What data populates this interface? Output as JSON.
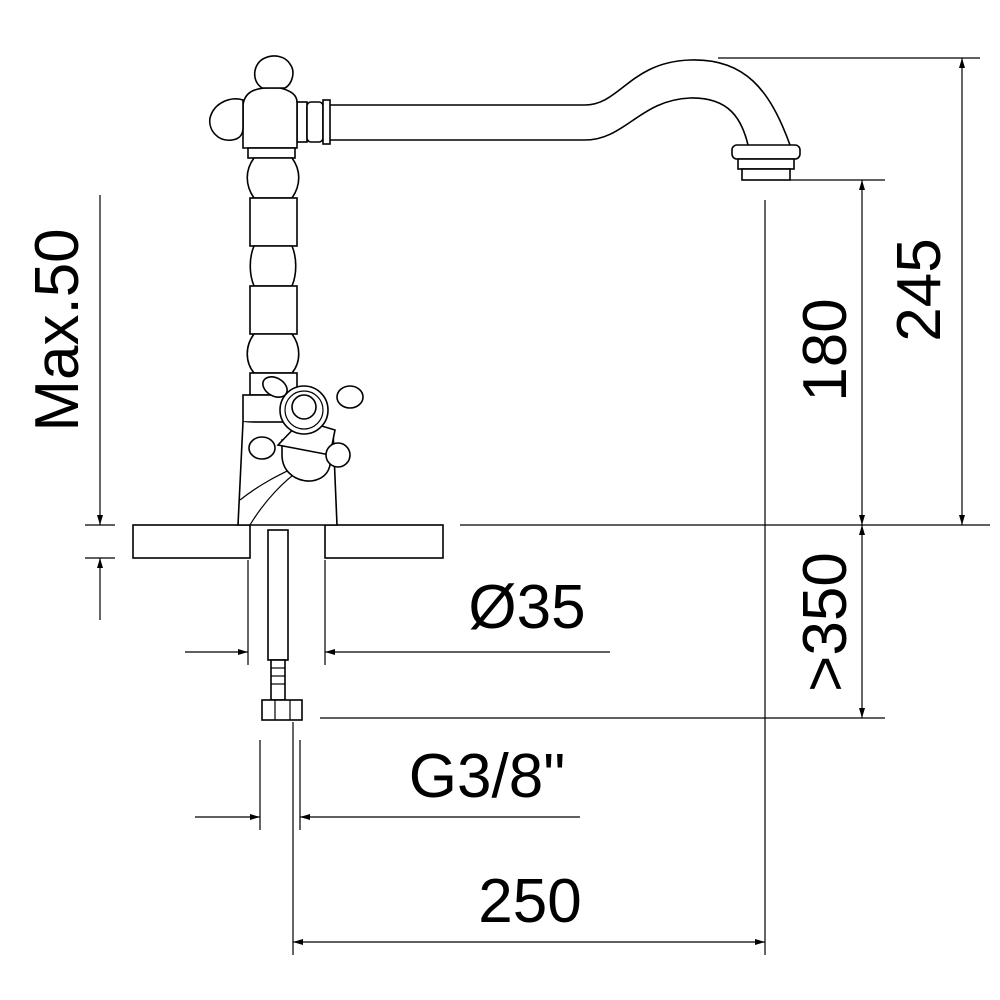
{
  "title": "Kitchen mixer tap dimension drawing",
  "dimensions": {
    "max_deck": "Max.50",
    "spout_height": "180",
    "total_height": "245",
    "hose_length": ">350",
    "hole_diameter": "Ø35",
    "connection": "G3/8\"",
    "reach": "250"
  }
}
